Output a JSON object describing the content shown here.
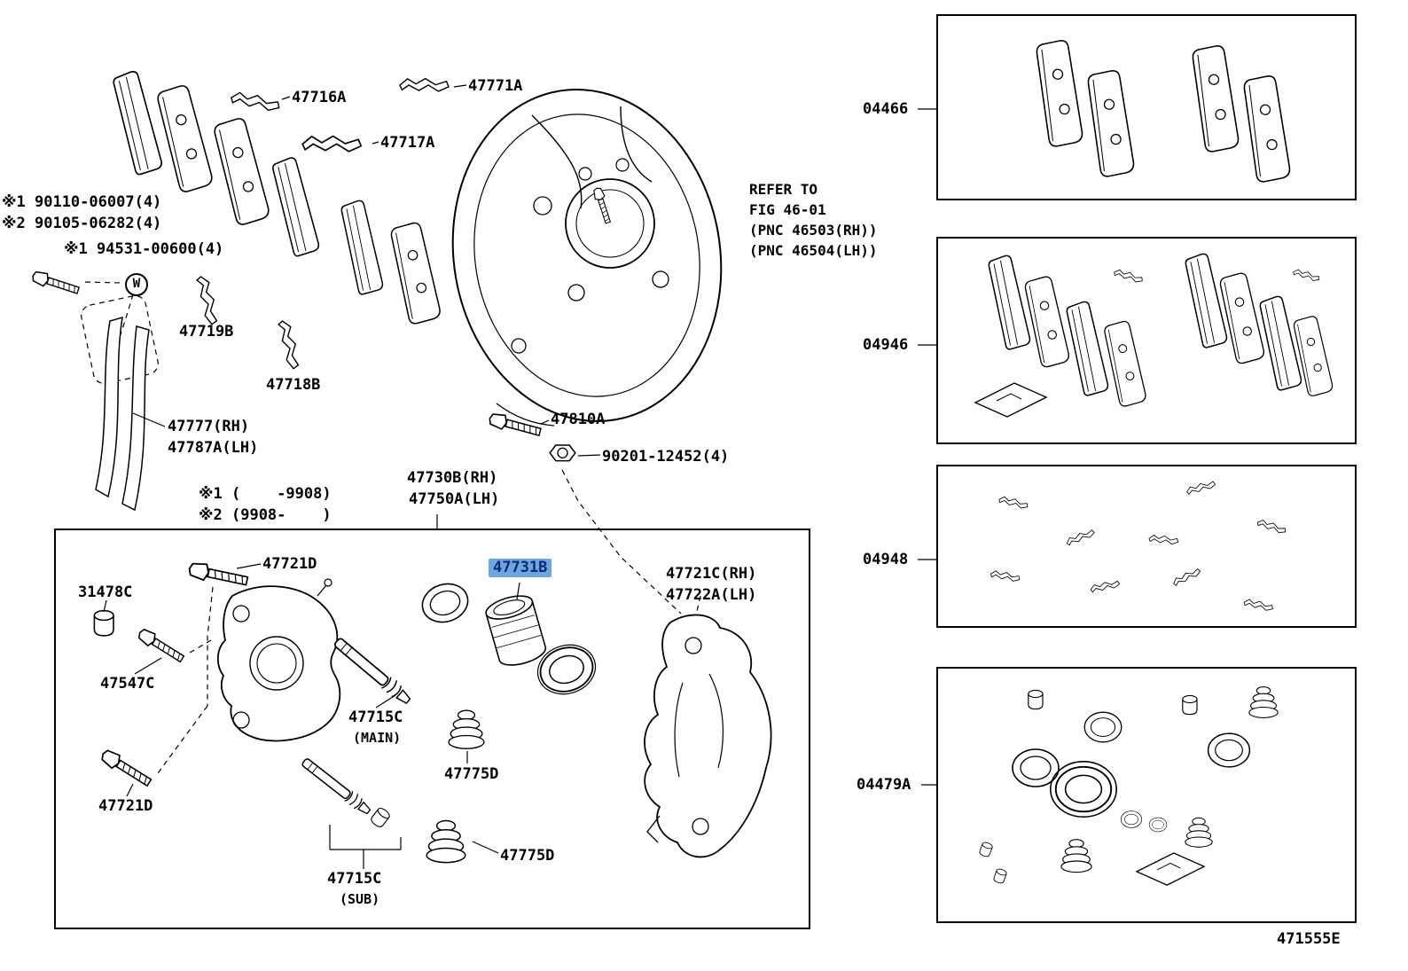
{
  "diagram": {
    "drawing_code": "471555E",
    "highlight": {
      "bg": "#6ea6e0",
      "fg": "#0b2a7a"
    }
  },
  "parts": {
    "p47716A": "47716A",
    "p47771A": "47771A",
    "p47717A": "47717A",
    "p47719B": "47719B",
    "p47718B": "47718B",
    "p47777": "47777(RH)",
    "p47787A": "47787A(LH)",
    "p47810A": "47810A",
    "p90201": "90201-12452(4)",
    "p47730B": "47730B(RH)",
    "p47750A": "47750A(LH)",
    "p47721D": "47721D",
    "p31478C": "31478C",
    "p47547C": "47547C",
    "p47715C": "47715C",
    "p47715C_main_note": "(MAIN)",
    "p47715C_sub_note": "(SUB)",
    "p47731B": "47731B",
    "p47775D": "47775D",
    "p47721C": "47721C(RH)",
    "p47722A": "47722A(LH)"
  },
  "kits": {
    "k04466": "04466",
    "k04946": "04946",
    "k04948": "04948",
    "k04479A": "04479A"
  },
  "notes": {
    "bolt1": "※1 90110-06007(4)",
    "bolt2": "※2 90105-06282(4)",
    "washer": "※1 94531-00600(4)",
    "date1": "※1 (    -9908)",
    "date2": "※2 (9908-    )",
    "refer1": "REFER TO",
    "refer2": "FIG 46-01",
    "refer3": "(PNC 46503(RH))",
    "refer4": "(PNC 46504(LH))",
    "w_mark": "W"
  }
}
